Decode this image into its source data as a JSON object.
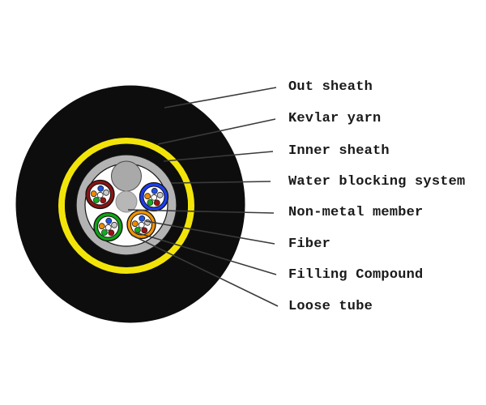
{
  "diagram": {
    "type": "fiber-optic-cable-cross-section",
    "labels": [
      {
        "text": "Out sheath"
      },
      {
        "text": "Kevlar yarn"
      },
      {
        "text": "Inner sheath"
      },
      {
        "text": "Water blocking system"
      },
      {
        "text": "Non-metal member"
      },
      {
        "text": "Fiber"
      },
      {
        "text": "Filling Compound"
      },
      {
        "text": "Loose tube"
      }
    ],
    "colors": {
      "out_sheath": "#0d0d0d",
      "kevlar_yarn": "#f2e409",
      "inner_sheath": "#0d0d0d",
      "water_blocking": "#b3b3b3",
      "core_interior": "#fdfdfd",
      "filler_rod": "#a9a9a9",
      "non_metal_member": "#b7b7b7",
      "loose_tube_red": "#8a1512",
      "loose_tube_blue": "#1c3ef0",
      "loose_tube_green": "#0fa515",
      "loose_tube_orange": "#f29400",
      "fiber_blue": "#1f53e8",
      "fiber_orange": "#f08a00",
      "fiber_gray": "#c9c9c9",
      "fiber_white": "#ffffff",
      "fiber_green": "#0faf1f",
      "fiber_red": "#a01010",
      "label_text": "#1a1a1a",
      "leader_line": "#3a3a3a"
    }
  }
}
